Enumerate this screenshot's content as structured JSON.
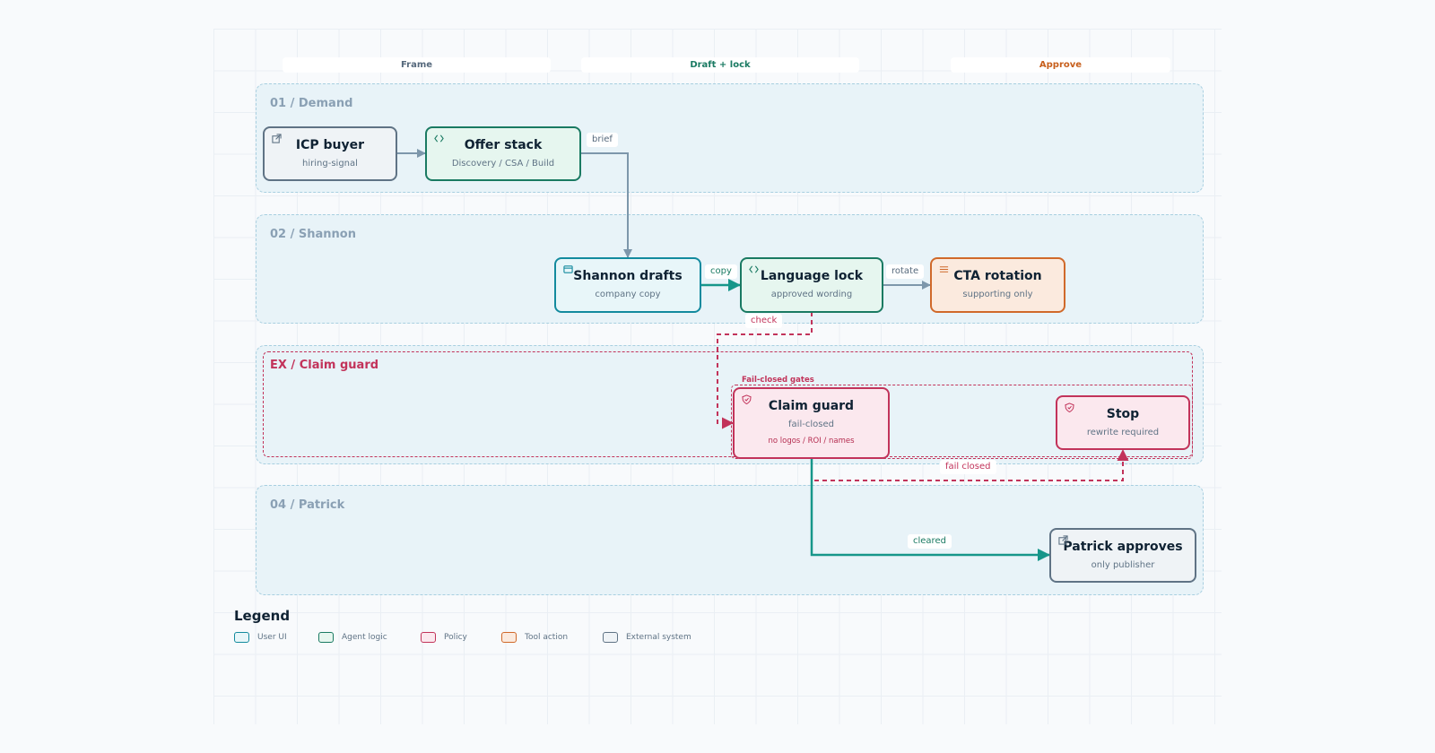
{
  "columns": {
    "frame": "Frame",
    "draft": "Draft + lock",
    "approve": "Approve"
  },
  "lanes": {
    "demand": "01 / Demand",
    "shannon": "02 / Shannon",
    "claim": "EX / Claim guard",
    "patrick": "04 / Patrick"
  },
  "group_label": "Fail-closed gates",
  "nodes": {
    "icp": {
      "title": "ICP buyer",
      "sub": "hiring-signal",
      "icon": "external-link-icon"
    },
    "offer": {
      "title": "Offer stack",
      "sub": "Discovery / CSA / Build",
      "icon": "code-icon"
    },
    "shannon": {
      "title": "Shannon drafts",
      "sub": "company copy",
      "icon": "window-icon"
    },
    "lock": {
      "title": "Language lock",
      "sub": "approved wording",
      "icon": "code-icon"
    },
    "cta": {
      "title": "CTA rotation",
      "sub": "supporting only",
      "icon": "list-icon"
    },
    "guard": {
      "title": "Claim guard",
      "sub": "fail-closed",
      "note": "no logos / ROI / names",
      "icon": "shield-icon"
    },
    "stop": {
      "title": "Stop",
      "sub": "rewrite required",
      "icon": "shield-icon"
    },
    "patrick": {
      "title": "Patrick approves",
      "sub": "only publisher",
      "icon": "external-link-icon"
    }
  },
  "edges": {
    "brief": "brief",
    "copy": "copy",
    "rotate": "rotate",
    "check": "check",
    "fail_closed": "fail closed",
    "cleared": "cleared"
  },
  "legend": {
    "title": "Legend",
    "items": {
      "ui": "User UI",
      "agent": "Agent logic",
      "policy": "Policy",
      "tool": "Tool action",
      "external": "External system"
    }
  },
  "colors": {
    "user_ui": "#138a9e",
    "agent_logic": "#1a7a62",
    "policy": "#c2335a",
    "tool_action": "#d0692a",
    "external_system": "#5f7385",
    "lane_fill": "#e8f3f8",
    "connector_gray": "#7d97ab",
    "connector_teal": "#16968a"
  }
}
